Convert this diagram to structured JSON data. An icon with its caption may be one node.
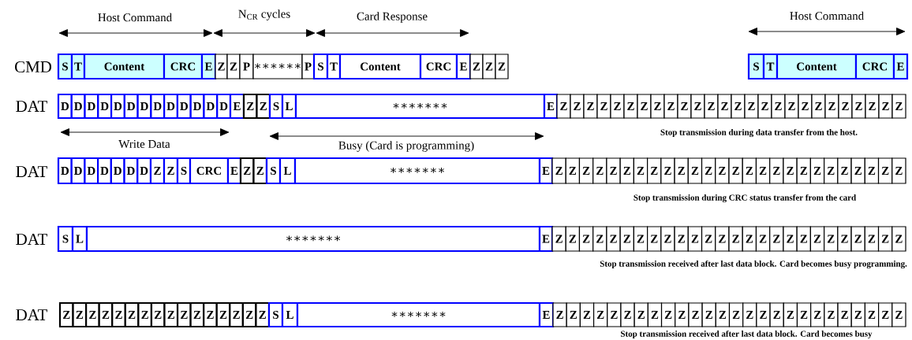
{
  "diagram": {
    "nodes": [
      {
        "text": [
          "S"
        ]
      },
      {
        "text": [
          "T"
        ]
      },
      {
        "text": [
          "Content"
        ]
      },
      {
        "text": [
          "CRC"
        ]
      },
      {
        "text": [
          "E"
        ]
      },
      {
        "text": [
          "Z"
        ]
      },
      {
        "text": [
          "Z"
        ]
      },
      {
        "text": [
          "P"
        ]
      },
      {
        "text": [
          "∗∗∗∗∗∗"
        ]
      },
      {
        "text": [
          "P"
        ]
      },
      {
        "text": [
          "S"
        ]
      },
      {
        "text": [
          "T"
        ]
      },
      {
        "text": [
          "Content"
        ]
      },
      {
        "text": [
          "CRC"
        ]
      },
      {
        "text": [
          "E"
        ]
      },
      {
        "text": [
          "Z"
        ]
      },
      {
        "text": [
          "Z"
        ]
      },
      {
        "text": [
          "Z"
        ]
      },
      {
        "text": [
          "S"
        ]
      },
      {
        "text": [
          "T"
        ]
      },
      {
        "text": [
          "Content"
        ]
      },
      {
        "text": [
          "CRC"
        ]
      },
      {
        "text": [
          "E"
        ]
      },
      {
        "text": [
          "D"
        ]
      },
      {
        "text": [
          "D"
        ]
      },
      {
        "text": [
          "D"
        ]
      },
      {
        "text": [
          "D"
        ]
      },
      {
        "text": [
          "D"
        ]
      },
      {
        "text": [
          "D"
        ]
      },
      {
        "text": [
          "D"
        ]
      },
      {
        "text": [
          "D"
        ]
      },
      {
        "text": [
          "D"
        ]
      },
      {
        "text": [
          "D"
        ]
      },
      {
        "text": [
          "D"
        ]
      },
      {
        "text": [
          "D"
        ]
      },
      {
        "text": [
          "D"
        ]
      },
      {
        "text": [
          "E"
        ]
      },
      {
        "text": [
          "Z"
        ]
      },
      {
        "text": [
          "Z"
        ]
      },
      {
        "text": [
          "S"
        ]
      },
      {
        "text": [
          "L"
        ]
      },
      {
        "text": [
          "∗∗∗∗∗∗∗"
        ]
      },
      {
        "text": [
          "E"
        ]
      },
      {
        "text": [
          "Z"
        ]
      },
      {
        "text": [
          "Z"
        ]
      },
      {
        "text": [
          "Z"
        ]
      },
      {
        "text": [
          "Z"
        ]
      },
      {
        "text": [
          "Z"
        ]
      },
      {
        "text": [
          "Z"
        ]
      },
      {
        "text": [
          "Z"
        ]
      },
      {
        "text": [
          "Z"
        ]
      },
      {
        "text": [
          "Z"
        ]
      },
      {
        "text": [
          "Z"
        ]
      },
      {
        "text": [
          "Z"
        ]
      },
      {
        "text": [
          "Z"
        ]
      },
      {
        "text": [
          "Z"
        ]
      },
      {
        "text": [
          "Z"
        ]
      },
      {
        "text": [
          "Z"
        ]
      },
      {
        "text": [
          "Z"
        ]
      },
      {
        "text": [
          "Z"
        ]
      },
      {
        "text": [
          "Z"
        ]
      },
      {
        "text": [
          "Z"
        ]
      },
      {
        "text": [
          "Z"
        ]
      },
      {
        "text": [
          "Z"
        ]
      },
      {
        "text": [
          "Z"
        ]
      },
      {
        "text": [
          "Z"
        ]
      },
      {
        "text": [
          "Z"
        ]
      },
      {
        "text": [
          "Z"
        ]
      },
      {
        "text": [
          "Z"
        ]
      },
      {
        "text": [
          "D"
        ]
      },
      {
        "text": [
          "D"
        ]
      },
      {
        "text": [
          "D"
        ]
      },
      {
        "text": [
          "D"
        ]
      },
      {
        "text": [
          "D"
        ]
      },
      {
        "text": [
          "D"
        ]
      },
      {
        "text": [
          "D"
        ]
      },
      {
        "text": [
          "Z"
        ]
      },
      {
        "text": [
          "Z"
        ]
      },
      {
        "text": [
          "S"
        ]
      },
      {
        "text": [
          "CRC"
        ]
      },
      {
        "text": [
          "E"
        ]
      },
      {
        "text": [
          "Z"
        ]
      },
      {
        "text": [
          "Z"
        ]
      },
      {
        "text": [
          "S"
        ]
      },
      {
        "text": [
          "L"
        ]
      },
      {
        "text": [
          "∗∗∗∗∗∗∗"
        ]
      },
      {
        "text": [
          "E"
        ]
      },
      {
        "text": [
          "Z"
        ]
      },
      {
        "text": [
          "Z"
        ]
      },
      {
        "text": [
          "Z"
        ]
      },
      {
        "text": [
          "Z"
        ]
      },
      {
        "text": [
          "Z"
        ]
      },
      {
        "text": [
          "Z"
        ]
      },
      {
        "text": [
          "Z"
        ]
      },
      {
        "text": [
          "Z"
        ]
      },
      {
        "text": [
          "Z"
        ]
      },
      {
        "text": [
          "Z"
        ]
      },
      {
        "text": [
          "Z"
        ]
      },
      {
        "text": [
          "Z"
        ]
      },
      {
        "text": [
          "Z"
        ]
      },
      {
        "text": [
          "Z"
        ]
      },
      {
        "text": [
          "Z"
        ]
      },
      {
        "text": [
          "Z"
        ]
      },
      {
        "text": [
          "Z"
        ]
      },
      {
        "text": [
          "Z"
        ]
      },
      {
        "text": [
          "Z"
        ]
      },
      {
        "text": [
          "Z"
        ]
      },
      {
        "text": [
          "Z"
        ]
      },
      {
        "text": [
          "Z"
        ]
      },
      {
        "text": [
          "Z"
        ]
      },
      {
        "text": [
          "Z"
        ]
      },
      {
        "text": [
          "Z"
        ]
      },
      {
        "text": [
          "Z"
        ]
      },
      {
        "text": [
          "S"
        ]
      },
      {
        "text": [
          "L"
        ]
      },
      {
        "text": [
          "∗∗∗∗∗∗∗"
        ]
      },
      {
        "text": [
          "E"
        ]
      },
      {
        "text": [
          "Z"
        ]
      },
      {
        "text": [
          "Z"
        ]
      },
      {
        "text": [
          "Z"
        ]
      },
      {
        "text": [
          "Z"
        ]
      },
      {
        "text": [
          "Z"
        ]
      },
      {
        "text": [
          "Z"
        ]
      },
      {
        "text": [
          "Z"
        ]
      },
      {
        "text": [
          "Z"
        ]
      },
      {
        "text": [
          "Z"
        ]
      },
      {
        "text": [
          "Z"
        ]
      },
      {
        "text": [
          "Z"
        ]
      },
      {
        "text": [
          "Z"
        ]
      },
      {
        "text": [
          "Z"
        ]
      },
      {
        "text": [
          "Z"
        ]
      },
      {
        "text": [
          "Z"
        ]
      },
      {
        "text": [
          "Z"
        ]
      },
      {
        "text": [
          "Z"
        ]
      },
      {
        "text": [
          "Z"
        ]
      },
      {
        "text": [
          "Z"
        ]
      },
      {
        "text": [
          "Z"
        ]
      },
      {
        "text": [
          "Z"
        ]
      },
      {
        "text": [
          "Z"
        ]
      },
      {
        "text": [
          "Z"
        ]
      },
      {
        "text": [
          "Z"
        ]
      },
      {
        "text": [
          "Z"
        ]
      },
      {
        "text": [
          "Z"
        ]
      },
      {
        "text": [
          "Z"
        ]
      },
      {
        "text": [
          "Z"
        ]
      },
      {
        "text": [
          "Z"
        ]
      },
      {
        "text": [
          "Z"
        ]
      },
      {
        "text": [
          "Z"
        ]
      },
      {
        "text": [
          "Z"
        ]
      },
      {
        "text": [
          "Z"
        ]
      },
      {
        "text": [
          "Z"
        ]
      },
      {
        "text": [
          "Z"
        ]
      },
      {
        "text": [
          "Z"
        ]
      },
      {
        "text": [
          "Z"
        ]
      },
      {
        "text": [
          "Z"
        ]
      },
      {
        "text": [
          "Z"
        ]
      },
      {
        "text": [
          "Z"
        ]
      },
      {
        "text": [
          "Z"
        ]
      },
      {
        "text": [
          "Z"
        ]
      },
      {
        "text": [
          "S"
        ]
      },
      {
        "text": [
          "L"
        ]
      },
      {
        "text": [
          "∗∗∗∗∗∗∗"
        ]
      },
      {
        "text": [
          "E"
        ]
      },
      {
        "text": [
          "Z"
        ]
      },
      {
        "text": [
          "Z"
        ]
      },
      {
        "text": [
          "Z"
        ]
      },
      {
        "text": [
          "Z"
        ]
      },
      {
        "text": [
          "Z"
        ]
      },
      {
        "text": [
          "Z"
        ]
      },
      {
        "text": [
          "Z"
        ]
      },
      {
        "text": [
          "Z"
        ]
      },
      {
        "text": [
          "Z"
        ]
      },
      {
        "text": [
          "Z"
        ]
      },
      {
        "text": [
          "Z"
        ]
      },
      {
        "text": [
          "Z"
        ]
      },
      {
        "text": [
          "Z"
        ]
      },
      {
        "text": [
          "Z"
        ]
      },
      {
        "text": [
          "Z"
        ]
      },
      {
        "text": [
          "Z"
        ]
      },
      {
        "text": [
          "Z"
        ]
      },
      {
        "text": [
          "Z"
        ]
      },
      {
        "text": [
          "Z"
        ]
      },
      {
        "text": [
          "Z"
        ]
      },
      {
        "text": [
          "Z"
        ]
      },
      {
        "text": [
          "Z"
        ]
      },
      {
        "text": [
          "Z"
        ]
      },
      {
        "text": [
          "Z"
        ]
      },
      {
        "text": [
          "Z"
        ]
      },
      {
        "text": [
          "Z"
        ]
      }
    ],
    "labels": [
      "Host Command",
      "N$_{CR}$ cycles",
      "Card Response",
      "Host Command",
      "CMD",
      "DAT",
      "Write Data",
      "Busy (Card is programming)",
      "Stop transmission during data transfer from the host.",
      "DAT",
      "Stop transmission during CRC status transfer from the card",
      "DAT",
      "Stop transmission received after last data block. Card becomes busy programming.",
      "DAT",
      "Stop transmission received after last data block. Card becomes busy"
    ]
  }
}
